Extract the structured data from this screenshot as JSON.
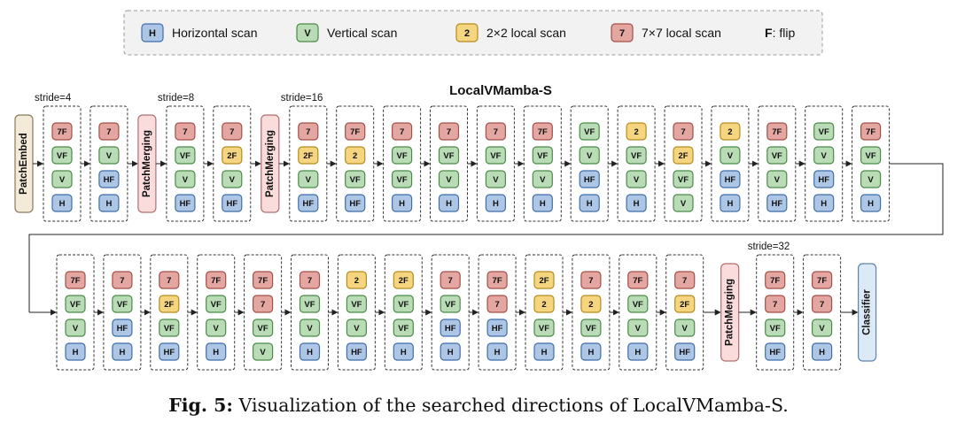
{
  "title": "LocalVMamba-S",
  "legend": {
    "items": [
      {
        "key": "H",
        "type": "H",
        "label": "Horizontal scan"
      },
      {
        "key": "V",
        "type": "V",
        "label": "Vertical scan"
      },
      {
        "key": "2",
        "type": "2",
        "label": "2×2 local scan"
      },
      {
        "key": "7",
        "type": "7",
        "label": "7×7 local scan"
      }
    ],
    "flip": {
      "key": "F",
      "label": ": flip"
    }
  },
  "colors": {
    "H": {
      "fill": "#aec6e6",
      "stroke": "#3f6ea8"
    },
    "V": {
      "fill": "#b9dcb7",
      "stroke": "#4b8a48"
    },
    "2": {
      "fill": "#f5d57f",
      "stroke": "#b58c1e"
    },
    "7": {
      "fill": "#e3a6a0",
      "stroke": "#a34f48"
    },
    "patch_embed": {
      "fill": "#f3ead8",
      "stroke": "#8a7a5a"
    },
    "patch_merging": {
      "fill": "#fbdcdc",
      "stroke": "#b07070"
    },
    "classifier": {
      "fill": "#dceaf7",
      "stroke": "#5f84b0"
    }
  },
  "modules": {
    "patch_embed": "PatchEmbed",
    "patch_merging": "PatchMerging",
    "classifier": "Classifier"
  },
  "strides": [
    "stride=4",
    "stride=8",
    "stride=16",
    "stride=32"
  ],
  "rows": [
    {
      "elements": [
        {
          "kind": "module",
          "module": "patch_embed"
        },
        {
          "kind": "block",
          "stride": "stride=4",
          "tokens": [
            "7F",
            "VF",
            "V",
            "H"
          ]
        },
        {
          "kind": "block",
          "tokens": [
            "7",
            "V",
            "HF",
            "H"
          ]
        },
        {
          "kind": "module",
          "module": "patch_merging"
        },
        {
          "kind": "block",
          "stride": "stride=8",
          "tokens": [
            "7",
            "VF",
            "V",
            "HF"
          ]
        },
        {
          "kind": "block",
          "tokens": [
            "7",
            "2F",
            "V",
            "HF"
          ]
        },
        {
          "kind": "module",
          "module": "patch_merging"
        },
        {
          "kind": "block",
          "stride": "stride=16",
          "tokens": [
            "7",
            "2F",
            "V",
            "HF"
          ]
        },
        {
          "kind": "block",
          "tokens": [
            "7F",
            "2",
            "VF",
            "HF"
          ]
        },
        {
          "kind": "block",
          "tokens": [
            "7",
            "VF",
            "VF",
            "H"
          ]
        },
        {
          "kind": "block",
          "tokens": [
            "7",
            "VF",
            "V",
            "H"
          ]
        },
        {
          "kind": "block",
          "tokens": [
            "7",
            "VF",
            "V",
            "H"
          ]
        },
        {
          "kind": "block",
          "tokens": [
            "7F",
            "VF",
            "V",
            "H"
          ]
        },
        {
          "kind": "block",
          "tokens": [
            "VF",
            "V",
            "HF",
            "H"
          ]
        },
        {
          "kind": "block",
          "tokens": [
            "2",
            "VF",
            "V",
            "H"
          ]
        },
        {
          "kind": "block",
          "tokens": [
            "7",
            "2F",
            "VF",
            "V"
          ]
        },
        {
          "kind": "block",
          "tokens": [
            "2",
            "V",
            "HF",
            "H"
          ]
        },
        {
          "kind": "block",
          "tokens": [
            "7F",
            "VF",
            "V",
            "HF"
          ]
        },
        {
          "kind": "block",
          "tokens": [
            "VF",
            "V",
            "HF",
            "H"
          ]
        },
        {
          "kind": "block",
          "tokens": [
            "7F",
            "VF",
            "V",
            "H"
          ]
        }
      ]
    },
    {
      "elements": [
        {
          "kind": "block",
          "tokens": [
            "7F",
            "VF",
            "V",
            "H"
          ]
        },
        {
          "kind": "block",
          "tokens": [
            "7",
            "VF",
            "HF",
            "H"
          ]
        },
        {
          "kind": "block",
          "tokens": [
            "7",
            "2F",
            "VF",
            "HF"
          ]
        },
        {
          "kind": "block",
          "tokens": [
            "7F",
            "VF",
            "V",
            "H"
          ]
        },
        {
          "kind": "block",
          "tokens": [
            "7F",
            "7",
            "VF",
            "V"
          ]
        },
        {
          "kind": "block",
          "tokens": [
            "7",
            "VF",
            "V",
            "H"
          ]
        },
        {
          "kind": "block",
          "tokens": [
            "2",
            "VF",
            "V",
            "HF"
          ]
        },
        {
          "kind": "block",
          "tokens": [
            "2F",
            "VF",
            "VF",
            "H"
          ]
        },
        {
          "kind": "block",
          "tokens": [
            "7",
            "VF",
            "HF",
            "H"
          ]
        },
        {
          "kind": "block",
          "tokens": [
            "7F",
            "7",
            "HF",
            "H"
          ]
        },
        {
          "kind": "block",
          "tokens": [
            "2F",
            "2",
            "VF",
            "H"
          ]
        },
        {
          "kind": "block",
          "tokens": [
            "7",
            "2",
            "VF",
            "H"
          ]
        },
        {
          "kind": "block",
          "tokens": [
            "7F",
            "VF",
            "V",
            "H"
          ]
        },
        {
          "kind": "block",
          "tokens": [
            "7",
            "2F",
            "V",
            "HF"
          ]
        },
        {
          "kind": "module",
          "module": "patch_merging"
        },
        {
          "kind": "block",
          "stride": "stride=32",
          "tokens": [
            "7F",
            "7",
            "VF",
            "HF"
          ]
        },
        {
          "kind": "block",
          "tokens": [
            "7F",
            "7",
            "V",
            "H"
          ]
        },
        {
          "kind": "module",
          "module": "classifier"
        }
      ]
    }
  ],
  "caption": {
    "prefix": "Fig. 5:",
    "text": " Visualization of the searched directions of LocalVMamba-S."
  }
}
